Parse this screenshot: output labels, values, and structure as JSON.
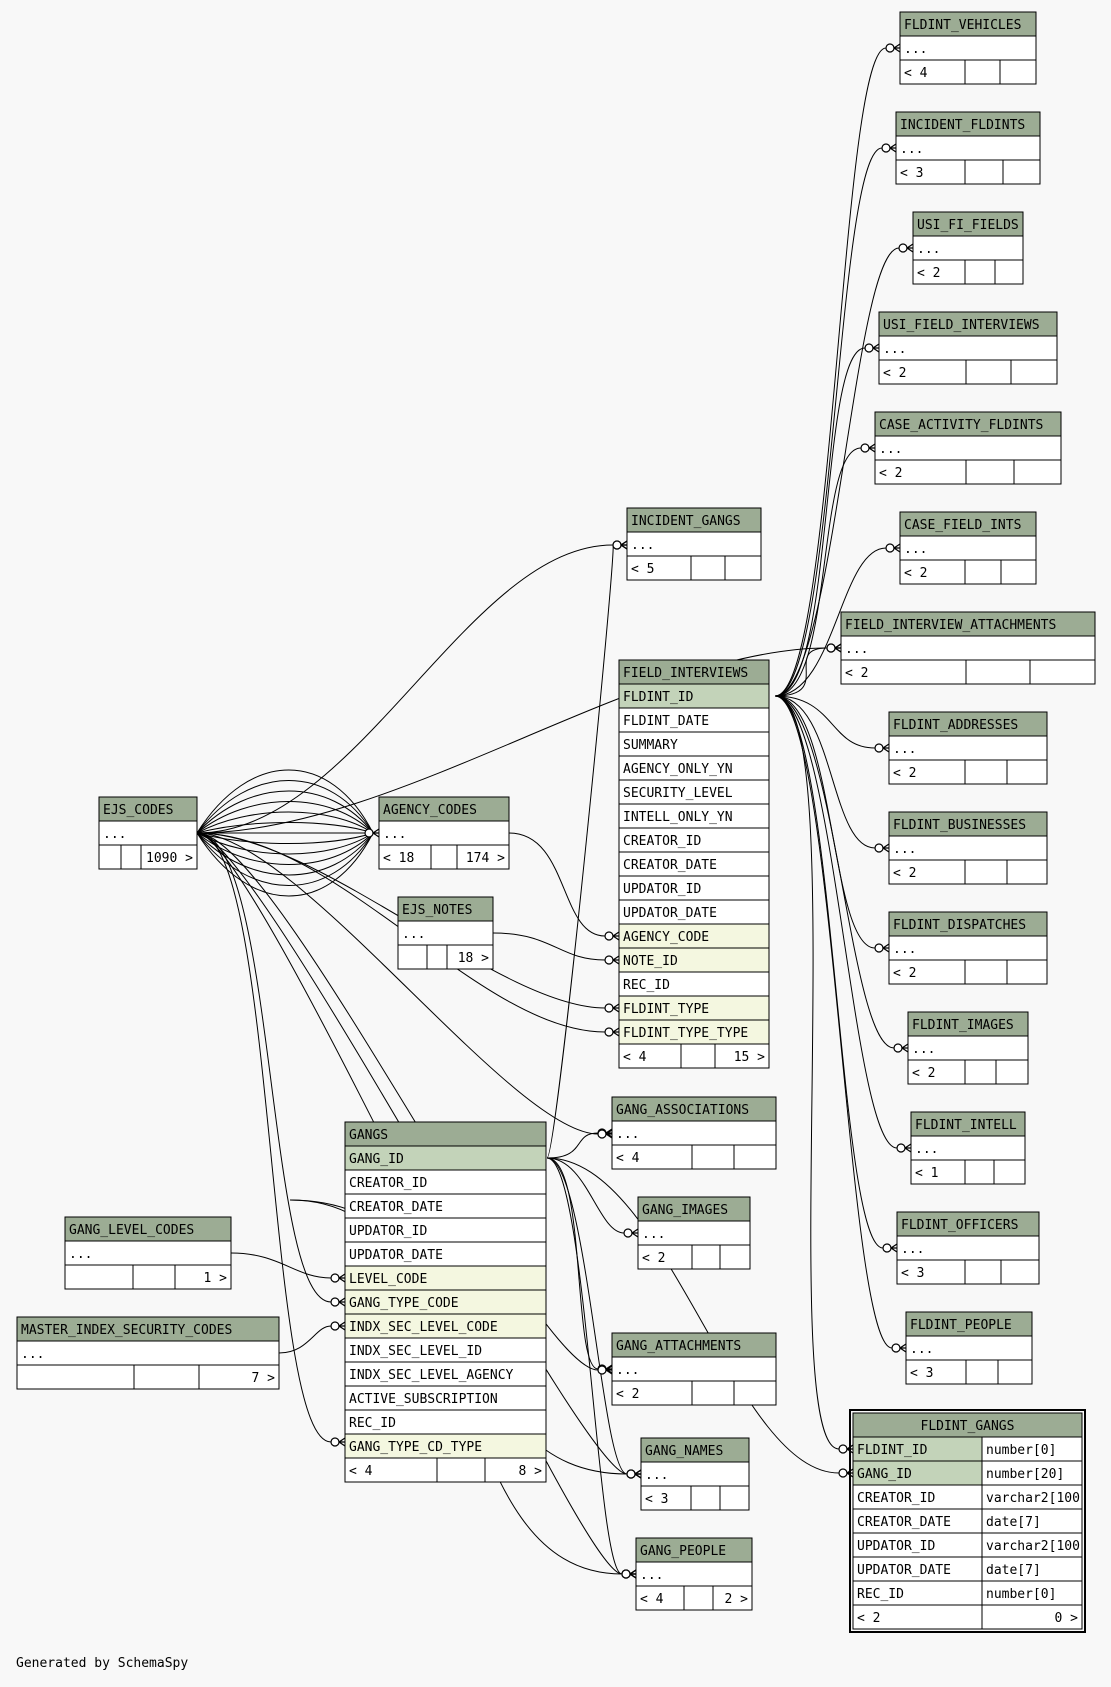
{
  "tables": [
    {
      "id": "fldint_vehicles",
      "name": "FLDINT_VEHICLES",
      "rows": [
        "..."
      ],
      "footer": {
        "left": "< 4",
        "right": ""
      }
    },
    {
      "id": "incident_fldints",
      "name": "INCIDENT_FLDINTS",
      "rows": [
        "..."
      ],
      "footer": {
        "left": "< 3",
        "right": ""
      }
    },
    {
      "id": "usi_fi_fields",
      "name": "USI_FI_FIELDS",
      "rows": [
        "..."
      ],
      "footer": {
        "left": "< 2",
        "right": ""
      }
    },
    {
      "id": "usi_field_interviews",
      "name": "USI_FIELD_INTERVIEWS",
      "rows": [
        "..."
      ],
      "footer": {
        "left": "< 2",
        "right": ""
      }
    },
    {
      "id": "case_activity_fldints",
      "name": "CASE_ACTIVITY_FLDINTS",
      "rows": [
        "..."
      ],
      "footer": {
        "left": "< 2",
        "right": ""
      }
    },
    {
      "id": "case_field_ints",
      "name": "CASE_FIELD_INTS",
      "rows": [
        "..."
      ],
      "footer": {
        "left": "< 2",
        "right": ""
      }
    },
    {
      "id": "field_interview_attachments",
      "name": "FIELD_INTERVIEW_ATTACHMENTS",
      "rows": [
        "..."
      ],
      "footer": {
        "left": "< 2",
        "right": ""
      }
    },
    {
      "id": "fldint_addresses",
      "name": "FLDINT_ADDRESSES",
      "rows": [
        "..."
      ],
      "footer": {
        "left": "< 2",
        "right": ""
      }
    },
    {
      "id": "fldint_businesses",
      "name": "FLDINT_BUSINESSES",
      "rows": [
        "..."
      ],
      "footer": {
        "left": "< 2",
        "right": ""
      }
    },
    {
      "id": "fldint_dispatches",
      "name": "FLDINT_DISPATCHES",
      "rows": [
        "..."
      ],
      "footer": {
        "left": "< 2",
        "right": ""
      }
    },
    {
      "id": "fldint_images",
      "name": "FLDINT_IMAGES",
      "rows": [
        "..."
      ],
      "footer": {
        "left": "< 2",
        "right": ""
      }
    },
    {
      "id": "fldint_intell",
      "name": "FLDINT_INTELL",
      "rows": [
        "..."
      ],
      "footer": {
        "left": "< 1",
        "right": ""
      }
    },
    {
      "id": "fldint_officers",
      "name": "FLDINT_OFFICERS",
      "rows": [
        "..."
      ],
      "footer": {
        "left": "< 3",
        "right": ""
      }
    },
    {
      "id": "fldint_people",
      "name": "FLDINT_PEOPLE",
      "rows": [
        "..."
      ],
      "footer": {
        "left": "< 3",
        "right": ""
      }
    },
    {
      "id": "incident_gangs",
      "name": "INCIDENT_GANGS",
      "rows": [
        "..."
      ],
      "footer": {
        "left": "< 5",
        "right": ""
      }
    },
    {
      "id": "field_interviews",
      "name": "FIELD_INTERVIEWS",
      "rows": [
        "FLDINT_ID",
        "FLDINT_DATE",
        "SUMMARY",
        "AGENCY_ONLY_YN",
        "SECURITY_LEVEL",
        "INTELL_ONLY_YN",
        "CREATOR_ID",
        "CREATOR_DATE",
        "UPDATOR_ID",
        "UPDATOR_DATE",
        "AGENCY_CODE",
        "NOTE_ID",
        "REC_ID",
        "FLDINT_TYPE",
        "FLDINT_TYPE_TYPE"
      ],
      "row_kinds": [
        "pk",
        "",
        "",
        "",
        "",
        "",
        "",
        "",
        "",
        "",
        "fk",
        "fk",
        "",
        "fk",
        "fk"
      ],
      "footer": {
        "left": "< 4",
        "right": "15 >"
      }
    },
    {
      "id": "ejs_codes",
      "name": "EJS_CODES",
      "rows": [
        "..."
      ],
      "footer": {
        "left": "",
        "right": "1090 >"
      }
    },
    {
      "id": "agency_codes",
      "name": "AGENCY_CODES",
      "rows": [
        "..."
      ],
      "footer": {
        "left": "< 18",
        "right": "174 >"
      }
    },
    {
      "id": "ejs_notes",
      "name": "EJS_NOTES",
      "rows": [
        "..."
      ],
      "footer": {
        "left": "",
        "right": "18 >"
      }
    },
    {
      "id": "gang_associations",
      "name": "GANG_ASSOCIATIONS",
      "rows": [
        "..."
      ],
      "footer": {
        "left": "< 4",
        "right": ""
      }
    },
    {
      "id": "gangs",
      "name": "GANGS",
      "rows": [
        "GANG_ID",
        "CREATOR_ID",
        "CREATOR_DATE",
        "UPDATOR_ID",
        "UPDATOR_DATE",
        "LEVEL_CODE",
        "GANG_TYPE_CODE",
        "INDX_SEC_LEVEL_CODE",
        "INDX_SEC_LEVEL_ID",
        "INDX_SEC_LEVEL_AGENCY",
        "ACTIVE_SUBSCRIPTION",
        "REC_ID",
        "GANG_TYPE_CD_TYPE"
      ],
      "row_kinds": [
        "pk",
        "",
        "",
        "",
        "",
        "fk",
        "fk",
        "fk",
        "",
        "",
        "",
        "",
        "fk"
      ],
      "footer": {
        "left": "< 4",
        "right": "8 >"
      }
    },
    {
      "id": "gang_images",
      "name": "GANG_IMAGES",
      "rows": [
        "..."
      ],
      "footer": {
        "left": "< 2",
        "right": ""
      }
    },
    {
      "id": "gang_level_codes",
      "name": "GANG_LEVEL_CODES",
      "rows": [
        "..."
      ],
      "footer": {
        "left": "",
        "right": "1 >"
      }
    },
    {
      "id": "master_index_security_codes",
      "name": "MASTER_INDEX_SECURITY_CODES",
      "rows": [
        "..."
      ],
      "footer": {
        "left": "",
        "right": "7 >"
      }
    },
    {
      "id": "gang_attachments",
      "name": "GANG_ATTACHMENTS",
      "rows": [
        "..."
      ],
      "footer": {
        "left": "< 2",
        "right": ""
      }
    },
    {
      "id": "gang_names",
      "name": "GANG_NAMES",
      "rows": [
        "..."
      ],
      "footer": {
        "left": "< 3",
        "right": ""
      }
    },
    {
      "id": "gang_people",
      "name": "GANG_PEOPLE",
      "rows": [
        "..."
      ],
      "footer": {
        "left": "< 4",
        "right": "2 >"
      }
    },
    {
      "id": "fldint_gangs",
      "name": "FLDINT_GANGS",
      "focus": true,
      "rows": [
        "FLDINT_ID",
        "GANG_ID",
        "CREATOR_ID",
        "CREATOR_DATE",
        "UPDATOR_ID",
        "UPDATOR_DATE",
        "REC_ID"
      ],
      "types": [
        "number[0]",
        "number[20]",
        "varchar2[100",
        "date[7]",
        "varchar2[100",
        "date[7]",
        "number[0]"
      ],
      "row_kinds": [
        "pk",
        "pk",
        "",
        "",
        "",
        "",
        ""
      ],
      "footer": {
        "left": "< 2",
        "right": "0 >"
      }
    }
  ],
  "colors": {
    "header": "#9cac94",
    "pk": "#c3d3b9",
    "fk": "#f4f7e0",
    "row": "#ffffff",
    "border": "#000000",
    "background": "#f8f8f8",
    "line": "#000000"
  },
  "footer_text": "Generated by SchemaSpy"
}
